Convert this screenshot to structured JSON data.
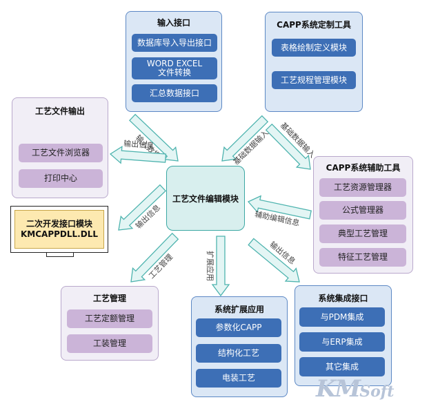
{
  "center": {
    "title": "工艺文件编辑模块"
  },
  "panels": {
    "input": {
      "title": "输入接口",
      "items": [
        "数据库导入导出接口",
        "WORD EXCEL",
        "文件转换",
        "汇总数据接口"
      ]
    },
    "custom": {
      "title": "CAPP系统定制工具",
      "items": [
        "表格绘制定义模块",
        "工艺规程管理模块"
      ]
    },
    "output": {
      "title": "工艺文件输出",
      "items": [
        "工艺文件浏览器",
        "打印中心"
      ]
    },
    "aux": {
      "title": "CAPP系统辅助工具",
      "items": [
        "工艺资源管理器",
        "公式管理器",
        "典型工艺管理",
        "特征工艺管理"
      ]
    },
    "process": {
      "title": "工艺管理",
      "items": [
        "工艺定额管理",
        "工装管理"
      ]
    },
    "ext": {
      "title": "系统扩展应用",
      "items": [
        "参数化CAPP",
        "结构化工艺",
        "电装工艺"
      ]
    },
    "integration": {
      "title": "系统集成接口",
      "items": [
        "与PDM集成",
        "与ERP集成",
        "其它集成"
      ]
    }
  },
  "dll": {
    "line1": "二次开发接口模块",
    "line2": "KMCAPPDLL.DLL"
  },
  "arrow_labels": {
    "input_data": "输入数据",
    "base_data_1": "基础数据输入",
    "base_data_2": "基础数据输入",
    "output_info_left": "输出信息",
    "aux_edit_info": "辅助编辑信息",
    "output_info_dll": "输出信息",
    "process_mgmt": "工艺管理",
    "ext_app": "扩展应用",
    "output_info_right": "输出信息"
  },
  "logo": {
    "km": "KM",
    "soft": "Soft"
  },
  "colors": {
    "blue_item": "#3d6fb6",
    "purple_item": "#cbb4d8",
    "blue_panel": "#dbe7f5",
    "purple_panel": "#f1eef6",
    "center": "#d8efee",
    "arrow_fill": "#e3f5f4",
    "arrow_stroke": "#4db3ae",
    "dll_fill": "#fde9b0"
  }
}
